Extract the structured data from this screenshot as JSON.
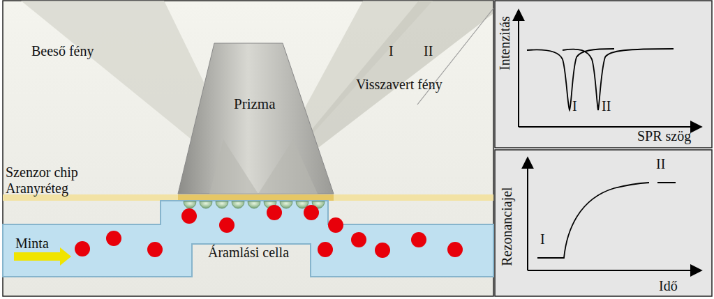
{
  "diagram": {
    "nodes": [
      {
        "text": [
          "Prizma"
        ]
      },
      {
        "text": [
          "Áramlási cella"
        ]
      },
      {
        "text": [
          "Intenzitás",
          "SPR szög",
          "I",
          "II"
        ]
      },
      {
        "text": [
          "Rezonanciajel",
          "Idő",
          "I",
          "II"
        ]
      }
    ],
    "labels": [
      "Beeső fény",
      "I",
      "II",
      "Visszavert fény",
      "Szenzor chip",
      "Aranyréteg",
      "Minta"
    ]
  }
}
